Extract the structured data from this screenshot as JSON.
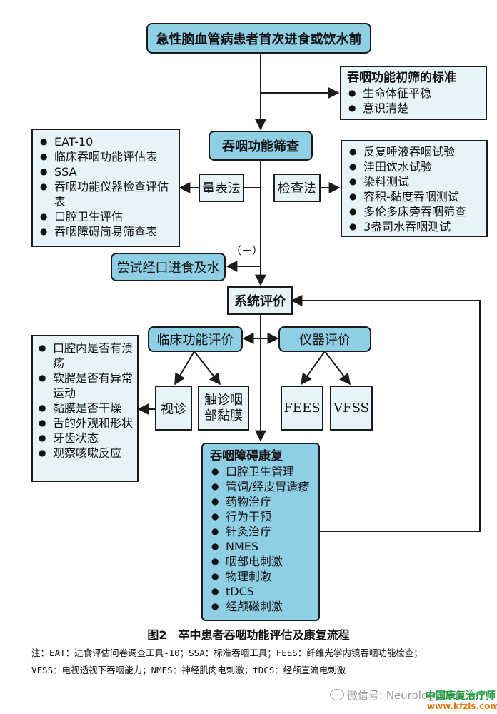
{
  "nodes": {
    "top": "急性脑血管病患者首次进食或饮水前",
    "screen": "吞咽功能筛查",
    "scale": "量表法",
    "exam": "检查法",
    "trial": "尝试经口进食及水",
    "system": "系统评价",
    "clinical": "临床功能评价",
    "instrument": "仪器评价",
    "visual": "视诊",
    "palpation_l1": "触诊咽",
    "palpation_l2": "部黏膜",
    "fees": "FEES",
    "vfss": "VFSS"
  },
  "criteria": {
    "title": "吞咽功能初筛的标准",
    "items": [
      "生命体征平稳",
      "意识清楚"
    ]
  },
  "scale_list": [
    "EAT-10",
    "临床吞咽功能评估表",
    "SSA",
    "吞咽功能仪器检查评估表",
    "口腔卫生评估",
    "吞咽障碍简易筛查表"
  ],
  "exam_list": [
    "反复唾液吞咽试验",
    "洼田饮水试验",
    "染料测试",
    "容积-黏度吞咽测试",
    "多伦多床旁吞咽筛查",
    "3盎司水吞咽测试"
  ],
  "visual_list": [
    "口腔内是否有溃疡",
    "软腭是否有异常运动",
    "黏膜是否干燥",
    "舌的外观和形状",
    "牙齿状态",
    "观察咳嗽反应"
  ],
  "rehab": {
    "title": "吞咽障碍康复",
    "items": [
      "口腔卫生管理",
      "管饲/经皮胃造瘘",
      "药物治疗",
      "行为干预",
      "针灸治疗",
      "NMES",
      "咽部电刺激",
      "物理刺激",
      "tDCS",
      "经颅磁刺激"
    ]
  },
  "minus_label": "（－）",
  "caption": "图2　卒中患者吞咽功能评估及康复流程",
  "notes": {
    "line1": "注：EAT：进食评估问卷调查工具-10；SSA：标准吞咽工具；FEES：纤维光学内镜吞咽功能检查；",
    "line2": "VFSS：电视透视下吞咽能力；NMES：神经肌肉电刺激；tDCS：经颅直流电刺激"
  },
  "watermark": {
    "wechat": "微信号: NeurologyClub",
    "site_name": "中国康复治疗师",
    "site_url": "www.kfzls.com"
  }
}
